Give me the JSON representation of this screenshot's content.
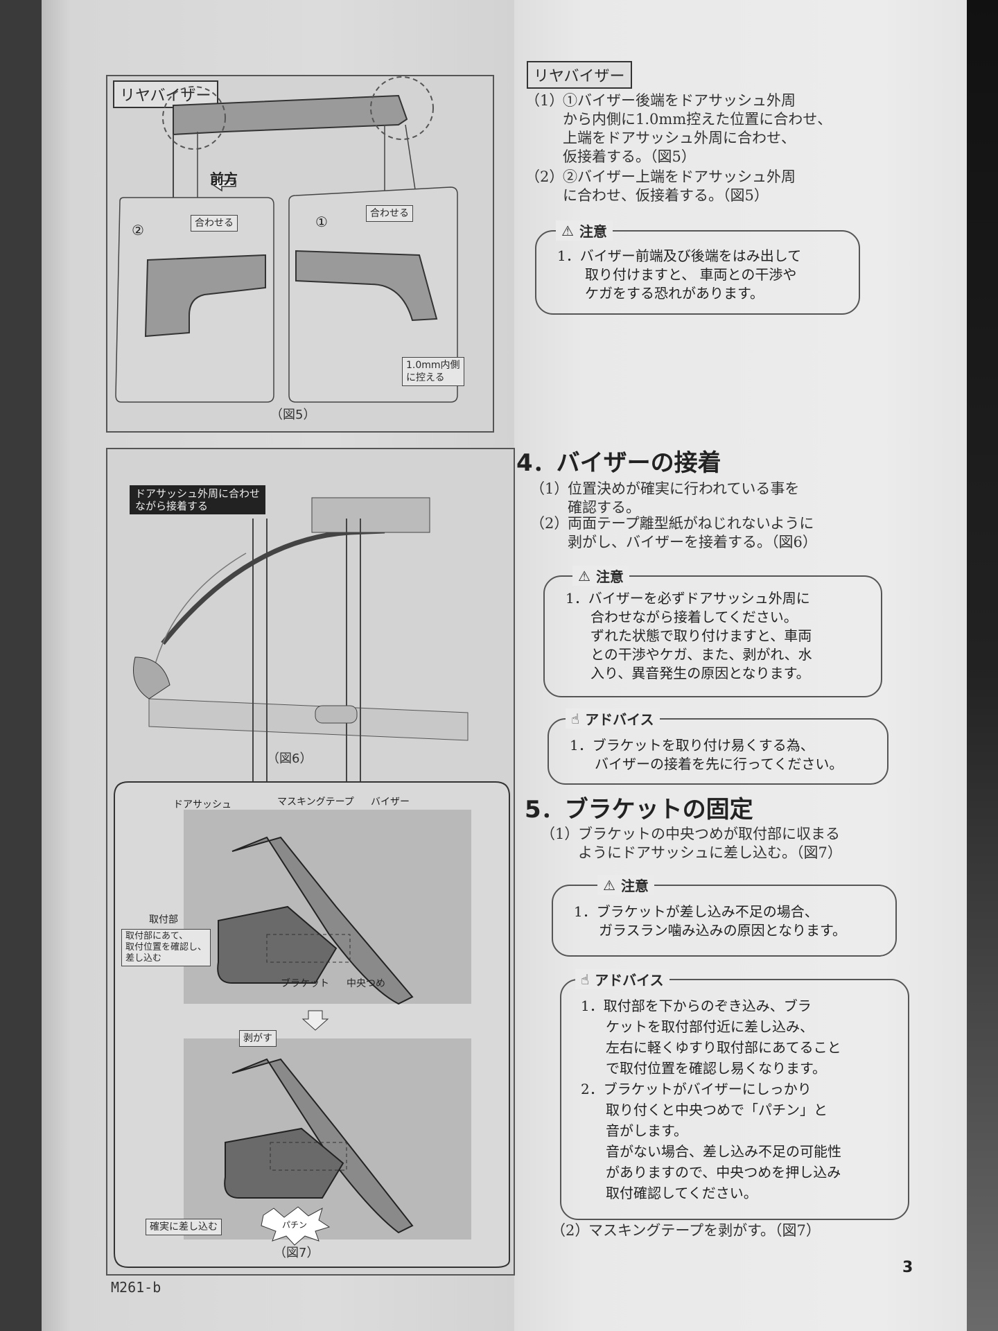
{
  "left_page": {
    "fig5": {
      "section_tag": "リヤバイザー",
      "direction_label": "前方",
      "panel2_marker": "②",
      "panel1_marker": "①",
      "align_label": "合わせる",
      "inset_label_line1": "1.0mm内側",
      "inset_label_line2": "に控える",
      "caption": "（図5）"
    },
    "fig6": {
      "callout_line1": "ドアサッシュ外周に合わせ",
      "callout_line2": "ながら接着する",
      "caption": "（図6）"
    },
    "fig7": {
      "label_door_sash": "ドアサッシュ",
      "label_masking_tape": "マスキングテープ",
      "label_visor": "バイザー",
      "label_mount": "取付部",
      "instruction_line1": "取付部にあて、",
      "instruction_line2": "取付位置を確認し、",
      "instruction_line3": "差し込む",
      "label_bracket": "ブラケット",
      "label_center_claw": "中央つめ",
      "label_peel": "剥がす",
      "label_insert": "確実に差し込む",
      "label_snap": "パチン",
      "caption": "（図7）"
    },
    "doc_code": "M261-b"
  },
  "right_page": {
    "rear_visor": {
      "tag": "リヤバイザー",
      "steps": [
        {
          "num": "（1）",
          "lines": [
            "①バイザー後端をドアサッシュ外周",
            "から内側に1.0mm控えた位置に合わせ、",
            "上端をドアサッシュ外周に合わせ、",
            "仮接着する。（図5）"
          ]
        },
        {
          "num": "（2）",
          "lines": [
            "②バイザー上端をドアサッシュ外周",
            "に合わせ、仮接着する。（図5）"
          ]
        }
      ],
      "caution": {
        "title": "注意",
        "lines": [
          "1．バイザー前端及び後端をはみ出して",
          "取り付けますと、 車両との干渉や",
          "ケガをする恐れがあります。"
        ]
      }
    },
    "section4": {
      "heading": "4．バイザーの接着",
      "steps": [
        {
          "num": "（1）",
          "lines": [
            "位置決めが確実に行われている事を",
            "確認する。"
          ]
        },
        {
          "num": "（2）",
          "lines": [
            "両面テープ離型紙がねじれないように",
            "剥がし、バイザーを接着する。（図6）"
          ]
        }
      ],
      "caution": {
        "title": "注意",
        "lines": [
          "1．バイザーを必ずドアサッシュ外周に",
          "合わせながら接着してください。",
          "ずれた状態で取り付けますと、車両",
          "との干渉やケガ、また、剥がれ、水",
          "入り、異音発生の原因となります。"
        ]
      },
      "advice": {
        "title": "アドバイス",
        "lines": [
          "1．ブラケットを取り付け易くする為、",
          "バイザーの接着を先に行ってください。"
        ]
      }
    },
    "section5": {
      "heading": "5．ブラケットの固定",
      "step1": {
        "num": "（1）",
        "lines": [
          "ブラケットの中央つめが取付部に収まる",
          "ようにドアサッシュに差し込む。（図7）"
        ]
      },
      "caution": {
        "title": "注意",
        "lines": [
          "1．ブラケットが差し込み不足の場合、",
          "ガラスラン噛み込みの原因となります。"
        ]
      },
      "advice": {
        "title": "アドバイス",
        "lines": [
          "1．取付部を下からのぞき込み、ブラ",
          "ケットを取付部付近に差し込み、",
          "左右に軽くゆすり取付部にあてること",
          "で取付位置を確認し易くなります。",
          "2．ブラケットがバイザーにしっかり",
          "取り付くと中央つめで「パチン」と",
          "音がします。",
          "音がない場合、差し込み不足の可能性",
          "がありますので、中央つめを押し込み",
          "取付確認してください。"
        ]
      },
      "step2": {
        "num": "（2）",
        "text": "マスキングテープを剥がす。（図7）"
      }
    },
    "page_number": "3"
  }
}
